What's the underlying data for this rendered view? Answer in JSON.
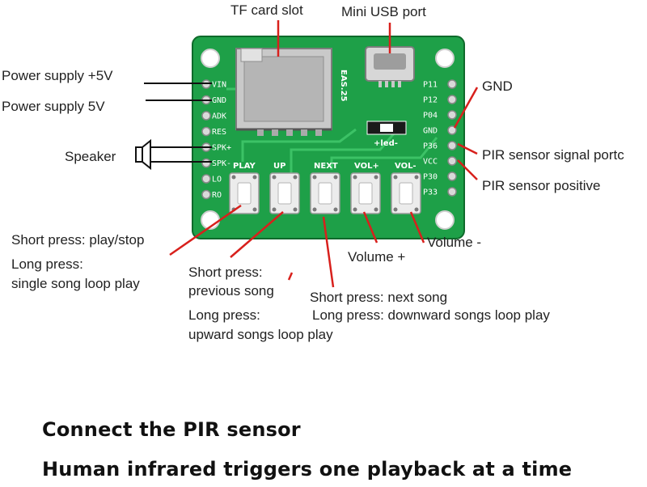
{
  "callouts": {
    "tf_card_slot": "TF card slot",
    "mini_usb_port": "Mini USB port",
    "power_vin": "Power supply +5V",
    "power_gnd": "Power supply  5V",
    "speaker": "Speaker",
    "gnd": "GND",
    "pir_signal": "PIR sensor signal portc",
    "pir_positive": "PIR sensor positive",
    "play_short": "Short press: play/stop",
    "play_long_title": "Long press:",
    "play_long_desc": "single song loop play",
    "up_short_title": "Short press:",
    "up_short_desc": "previous song",
    "up_long_title": "Long press:",
    "up_long_desc": "upward songs loop play",
    "volume_plus": "Volume +",
    "volume_minus": "Volume -",
    "next_short": "Short press: next song",
    "next_long": "Long press: downward songs loop play"
  },
  "board": {
    "left_pins": [
      "VIN",
      "GND",
      "ADK",
      "RES",
      "SPK+",
      "SPK-",
      "LO",
      "RO"
    ],
    "right_pins": [
      "P11",
      "P12",
      "P04",
      "GND",
      "P36",
      "VCC",
      "P30",
      "P33"
    ],
    "buttons": [
      "PLAY",
      "UP",
      "NEXT",
      "VOL+",
      "VOL-"
    ],
    "chip_label": "EAS.25",
    "led_label": "+led-"
  },
  "footer": {
    "line1": "Connect the PIR sensor",
    "line2": "Human infrared triggers one playback at a time"
  },
  "colors": {
    "pcb": "#1ea048",
    "pcb_dark": "#138236",
    "callout_line": "#d8201c",
    "wire": "#111111"
  }
}
